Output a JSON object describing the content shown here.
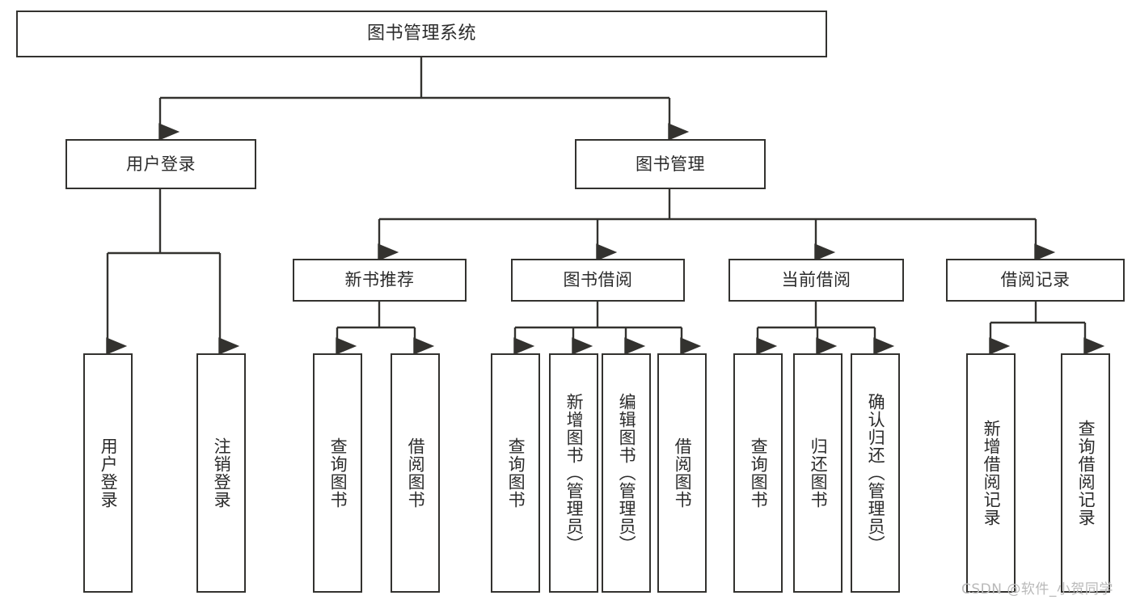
{
  "diagram": {
    "title": "图书管理系统",
    "type": "tree-hierarchy",
    "levels": 4,
    "line_color": "#33322f",
    "text_color": "#2b2b2b",
    "background": "#ffffff"
  },
  "nodes": {
    "root": {
      "label": "图书管理系统"
    },
    "level2": [
      {
        "label": "用户登录"
      },
      {
        "label": "图书管理"
      }
    ],
    "level3": [
      {
        "label": "新书推荐"
      },
      {
        "label": "图书借阅"
      },
      {
        "label": "当前借阅"
      },
      {
        "label": "借阅记录"
      }
    ],
    "leaves_user_login": [
      {
        "label": "用户登录"
      },
      {
        "label": "注销登录"
      }
    ],
    "leaves_new_book": [
      {
        "label": "查询图书"
      },
      {
        "label": "借阅图书"
      }
    ],
    "leaves_borrow": [
      {
        "label": "查询图书"
      },
      {
        "label": "新增图书（管理员）"
      },
      {
        "label": "编辑图书（管理员）"
      },
      {
        "label": "借阅图书"
      }
    ],
    "leaves_current": [
      {
        "label": "查询图书"
      },
      {
        "label": "归还图书"
      },
      {
        "label": "确认归还（管理员）"
      }
    ],
    "leaves_record": [
      {
        "label": "新增借阅记录"
      },
      {
        "label": "查询借阅记录"
      }
    ]
  },
  "watermark": {
    "text": "CSDN @软件_小贺同学"
  }
}
